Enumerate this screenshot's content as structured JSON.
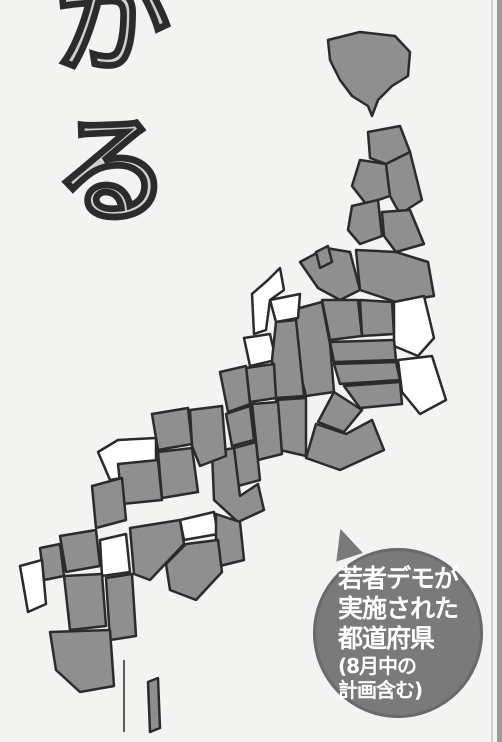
{
  "headline": {
    "char_top": "か",
    "char_bottom": "る"
  },
  "badge": {
    "line1": "若者デモが",
    "line2": "実施された",
    "line3": "都道府県",
    "line4": "(8月中の",
    "line5": "計画含む)"
  },
  "colors": {
    "held_prefecture_fill": "#8f8f8f",
    "not_held_prefecture_fill": "#ffffff",
    "outline": "#2b2b2b",
    "badge_fill": "#7a7a7a"
  }
}
